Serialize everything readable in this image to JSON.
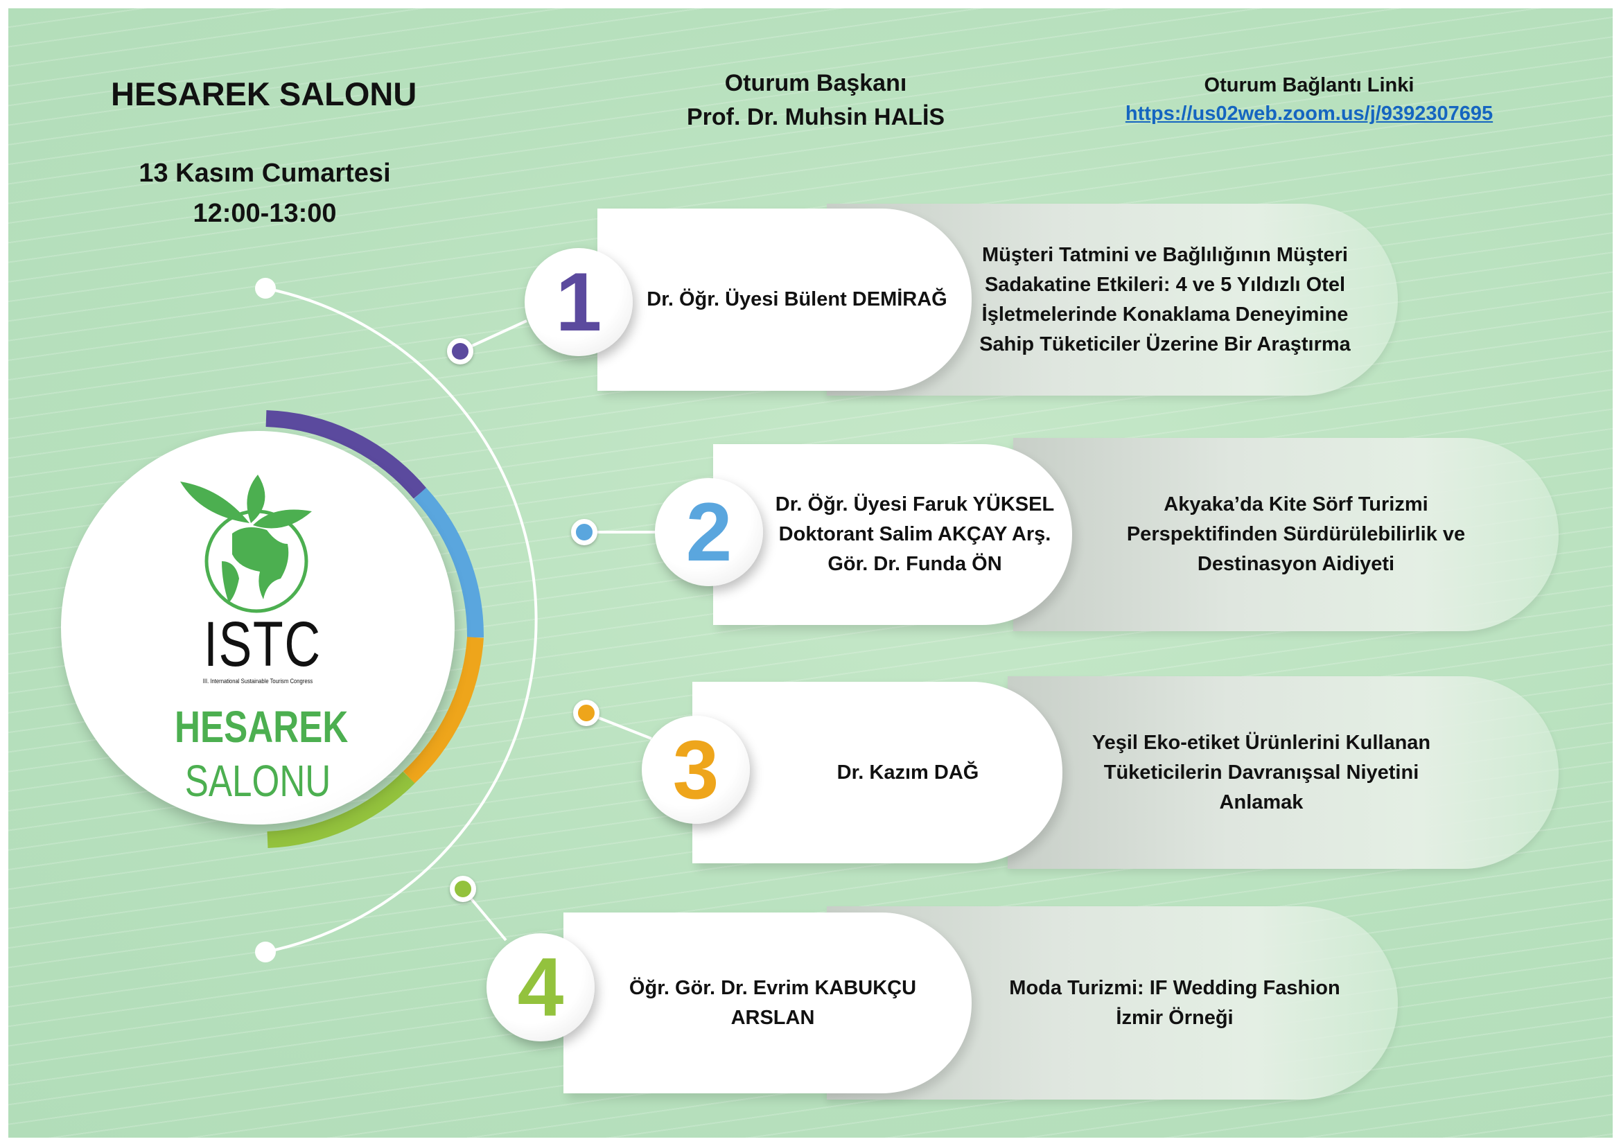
{
  "header": {
    "hall_title": "HESAREK SALONU",
    "date": "13 Kasım Cumartesi",
    "time": "12:00-13:00",
    "chair_label": "Oturum Başkanı",
    "chair_name": "Prof. Dr. Muhsin HALİS",
    "link_label": "Oturum Bağlantı Linki",
    "link_url": "https://us02web.zoom.us/j/9392307695"
  },
  "logo": {
    "acronym": "ISTC",
    "subtitle": "III. International Sustainable Tourism Congress",
    "hall_line1": "HESAREK",
    "hall_line2": "SALONU"
  },
  "colors": {
    "purple": "#5b4a9e",
    "blue": "#5aa6de",
    "orange": "#eea51b",
    "green": "#93c23d",
    "logo_green": "#4caf50"
  },
  "sessions": [
    {
      "number": "1",
      "presenter": "Dr. Öğr. Üyesi Bülent DEMİRAĞ",
      "title": "Müşteri Tatmini ve Bağlılığının Müşteri Sadakatine Etkileri: 4 ve 5 Yıldızlı Otel İşletmelerinde Konaklama Deneyimine Sahip Tüketiciler Üzerine Bir Araştırma"
    },
    {
      "number": "2",
      "presenter": "Dr. Öğr. Üyesi Faruk YÜKSEL Doktorant Salim AKÇAY Arş. Gör. Dr. Funda ÖN",
      "title": "Akyaka’da Kite Sörf Turizmi Perspektifinden Sürdürülebilirlik ve Destinasyon Aidiyeti"
    },
    {
      "number": "3",
      "presenter": "Dr. Kazım DAĞ",
      "title": "Yeşil Eko-etiket Ürünlerini Kullanan Tüketicilerin Davranışsal Niyetini Anlamak"
    },
    {
      "number": "4",
      "presenter": "Öğr. Gör. Dr. Evrim KABUKÇU ARSLAN",
      "title": "Moda Turizmi: IF Wedding Fashion İzmir Örneği"
    }
  ]
}
